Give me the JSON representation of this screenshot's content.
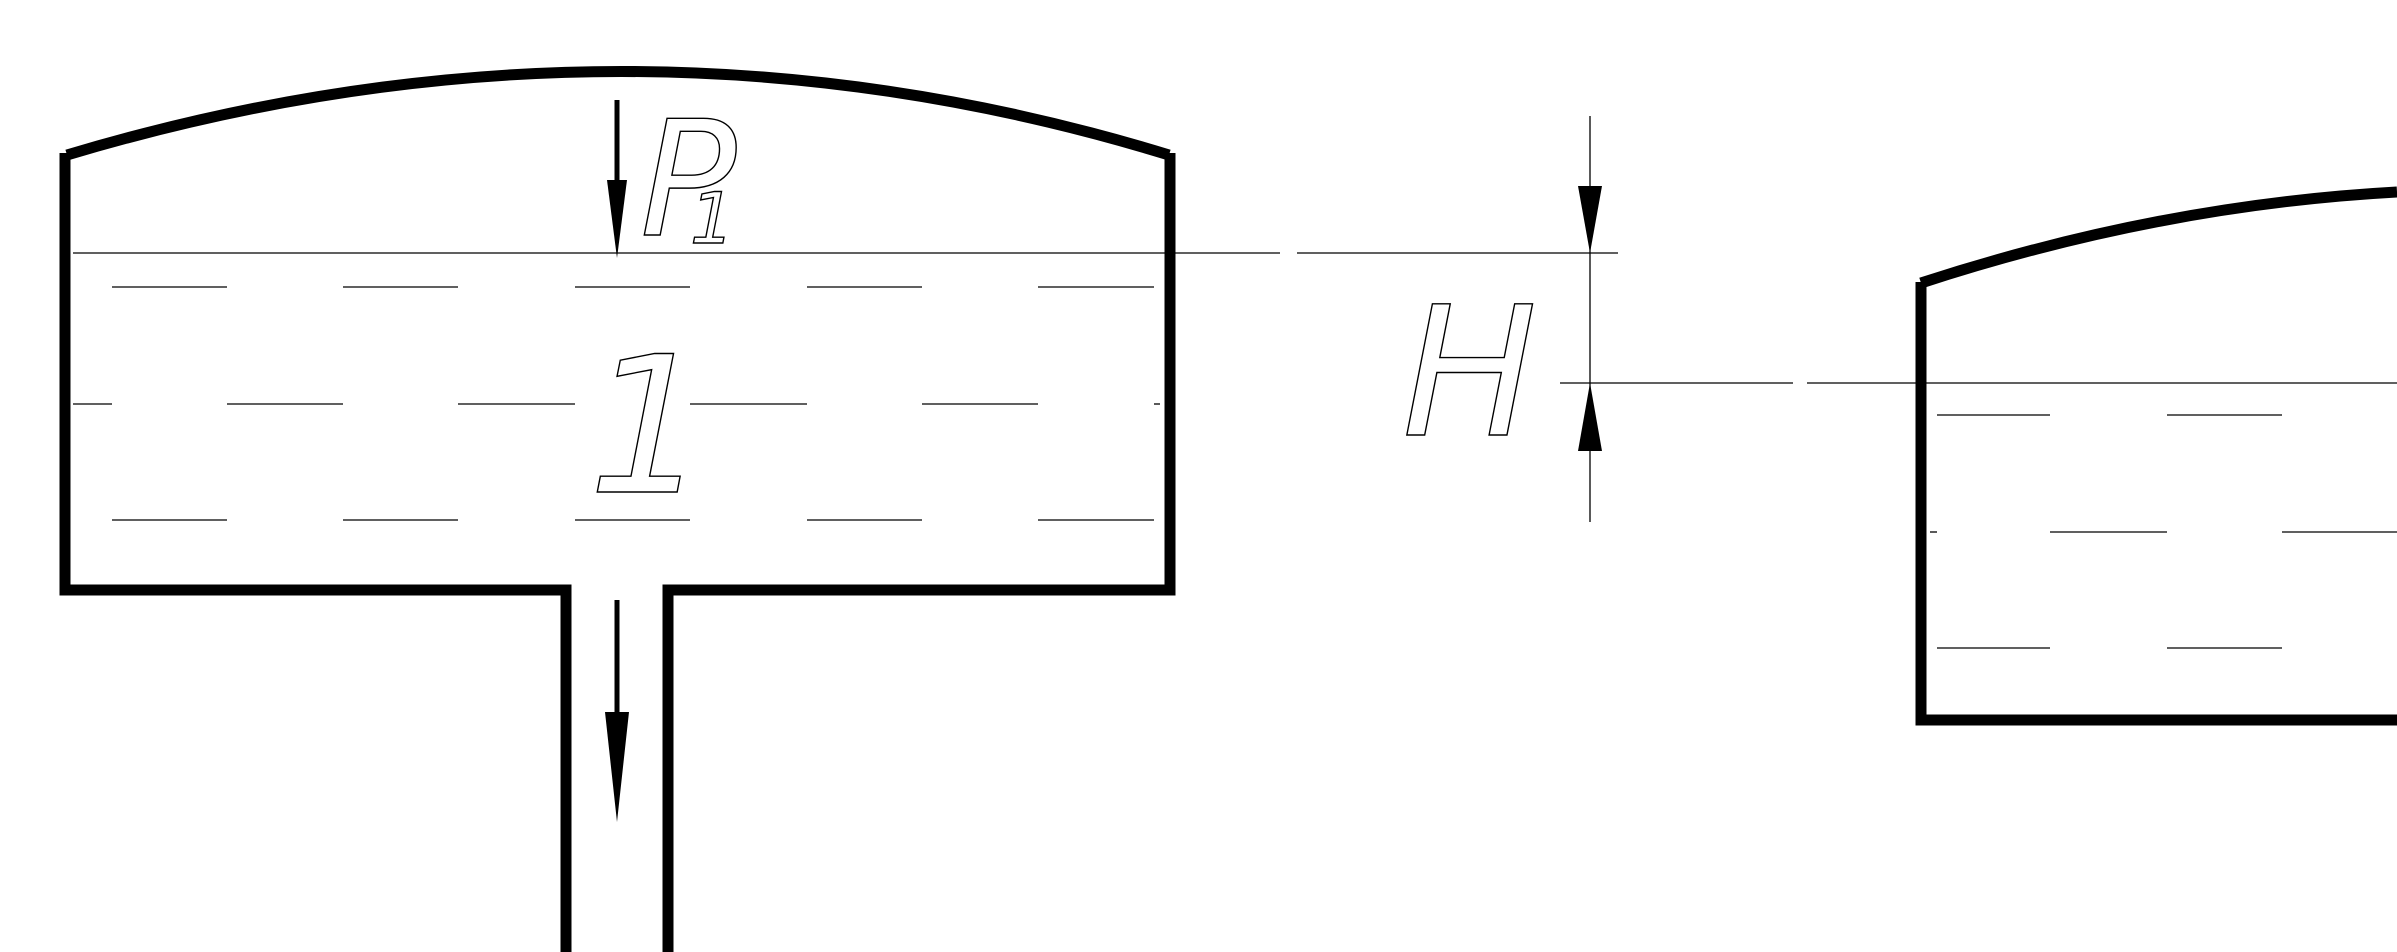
{
  "labels": {
    "pressure_main": "P",
    "pressure_sub": "1",
    "tank_number": "1",
    "height": "H"
  },
  "colors": {
    "line": "#000000",
    "background": "#ffffff"
  }
}
